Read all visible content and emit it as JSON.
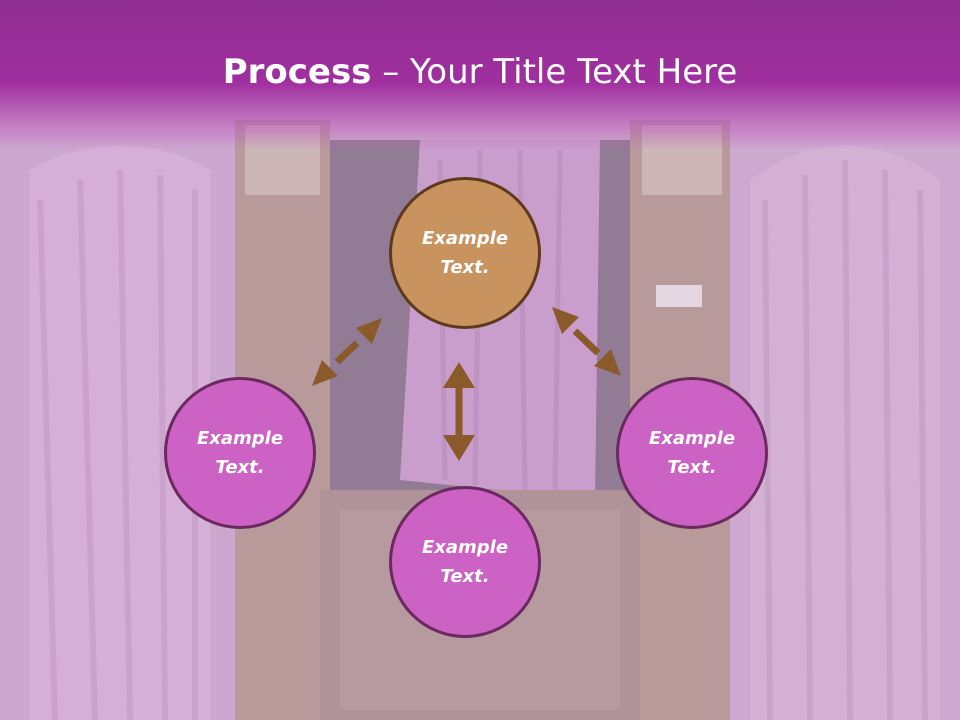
{
  "title": {
    "bold": "Process",
    "rest": " – Your Title Text Here"
  },
  "nodes": {
    "top": {
      "line1": "Example",
      "line2": "Text."
    },
    "left": {
      "line1": "Example",
      "line2": "Text."
    },
    "right": {
      "line1": "Example",
      "line2": "Text."
    },
    "bottom": {
      "line1": "Example",
      "line2": "Text."
    }
  },
  "colors": {
    "title_band": "#a02f9f",
    "node_top": "#c8935e",
    "node_other": "#cc62c4",
    "arrow": "#8a5a2b"
  }
}
